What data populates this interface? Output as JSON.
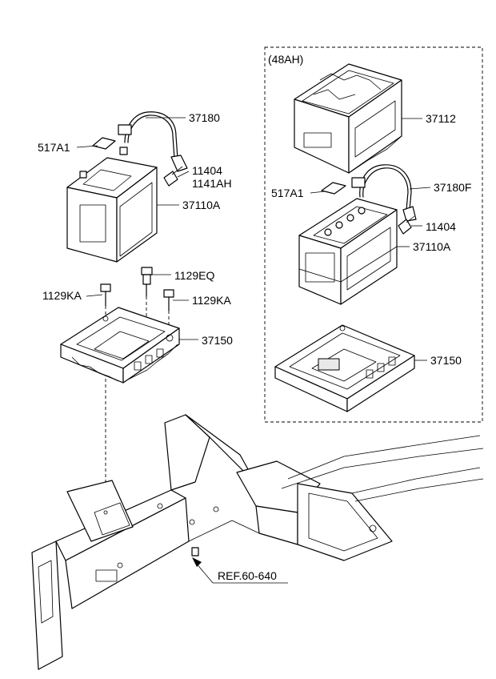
{
  "group_label": "(48AH)",
  "ref_label": "REF.60-640",
  "left_group": {
    "cable": "37180",
    "insulator": "517A1",
    "bolt_a": "11404",
    "bolt_b": "1141AH",
    "battery": "37110A",
    "bolt_left": "1129KA",
    "bolt_mid": "1129EQ",
    "bolt_right": "1129KA",
    "tray": "37150"
  },
  "right_group": {
    "cover": "37112",
    "insulator": "517A1",
    "cable": "37180F",
    "bolt": "11404",
    "battery": "37110A",
    "tray": "37150"
  }
}
